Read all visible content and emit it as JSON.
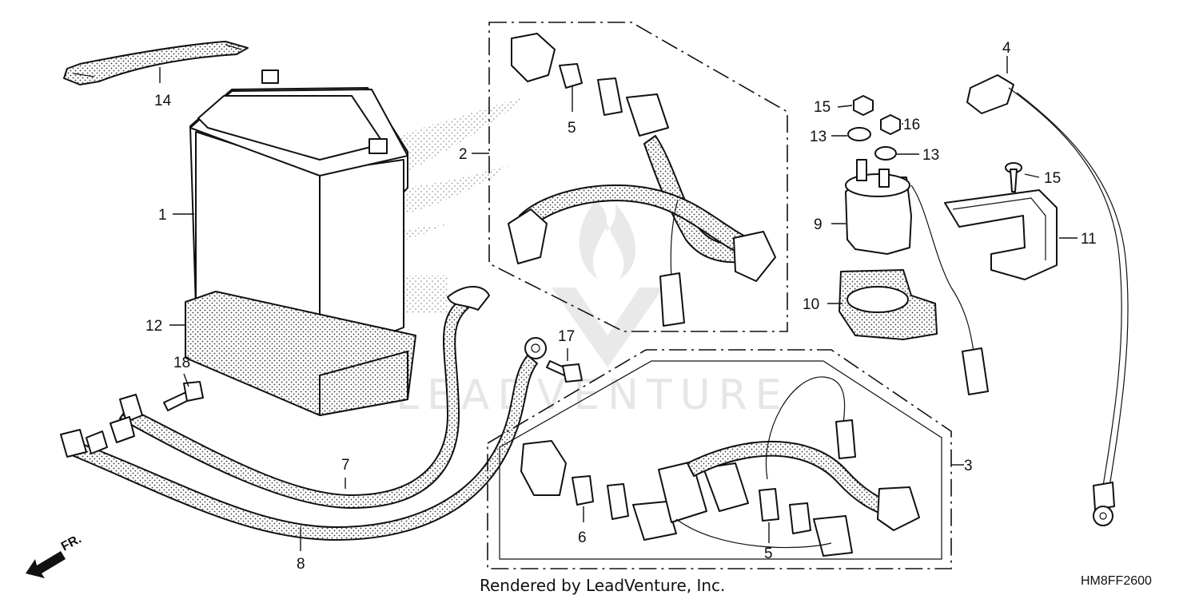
{
  "callouts": [
    {
      "id": "1",
      "label": "1"
    },
    {
      "id": "2",
      "label": "2"
    },
    {
      "id": "3",
      "label": "3"
    },
    {
      "id": "4",
      "label": "4"
    },
    {
      "id": "5a",
      "label": "5"
    },
    {
      "id": "5b",
      "label": "5"
    },
    {
      "id": "6",
      "label": "6"
    },
    {
      "id": "7",
      "label": "7"
    },
    {
      "id": "8",
      "label": "8"
    },
    {
      "id": "9",
      "label": "9"
    },
    {
      "id": "10",
      "label": "10"
    },
    {
      "id": "11",
      "label": "11"
    },
    {
      "id": "12",
      "label": "12"
    },
    {
      "id": "13a",
      "label": "13"
    },
    {
      "id": "13b",
      "label": "13"
    },
    {
      "id": "14",
      "label": "14"
    },
    {
      "id": "15a",
      "label": "15"
    },
    {
      "id": "15b",
      "label": "15"
    },
    {
      "id": "16",
      "label": "16"
    },
    {
      "id": "17",
      "label": "17"
    },
    {
      "id": "18",
      "label": "18"
    }
  ],
  "front_indicator": "FR.",
  "watermark": "LEADVENTURE",
  "credit": "Rendered by LeadVenture, Inc.",
  "diagram_code": "HM8FF2600",
  "icons": [
    "battery",
    "battery-band",
    "harness",
    "starter-relay",
    "relay-cover",
    "battery-cable",
    "flame-logo"
  ]
}
